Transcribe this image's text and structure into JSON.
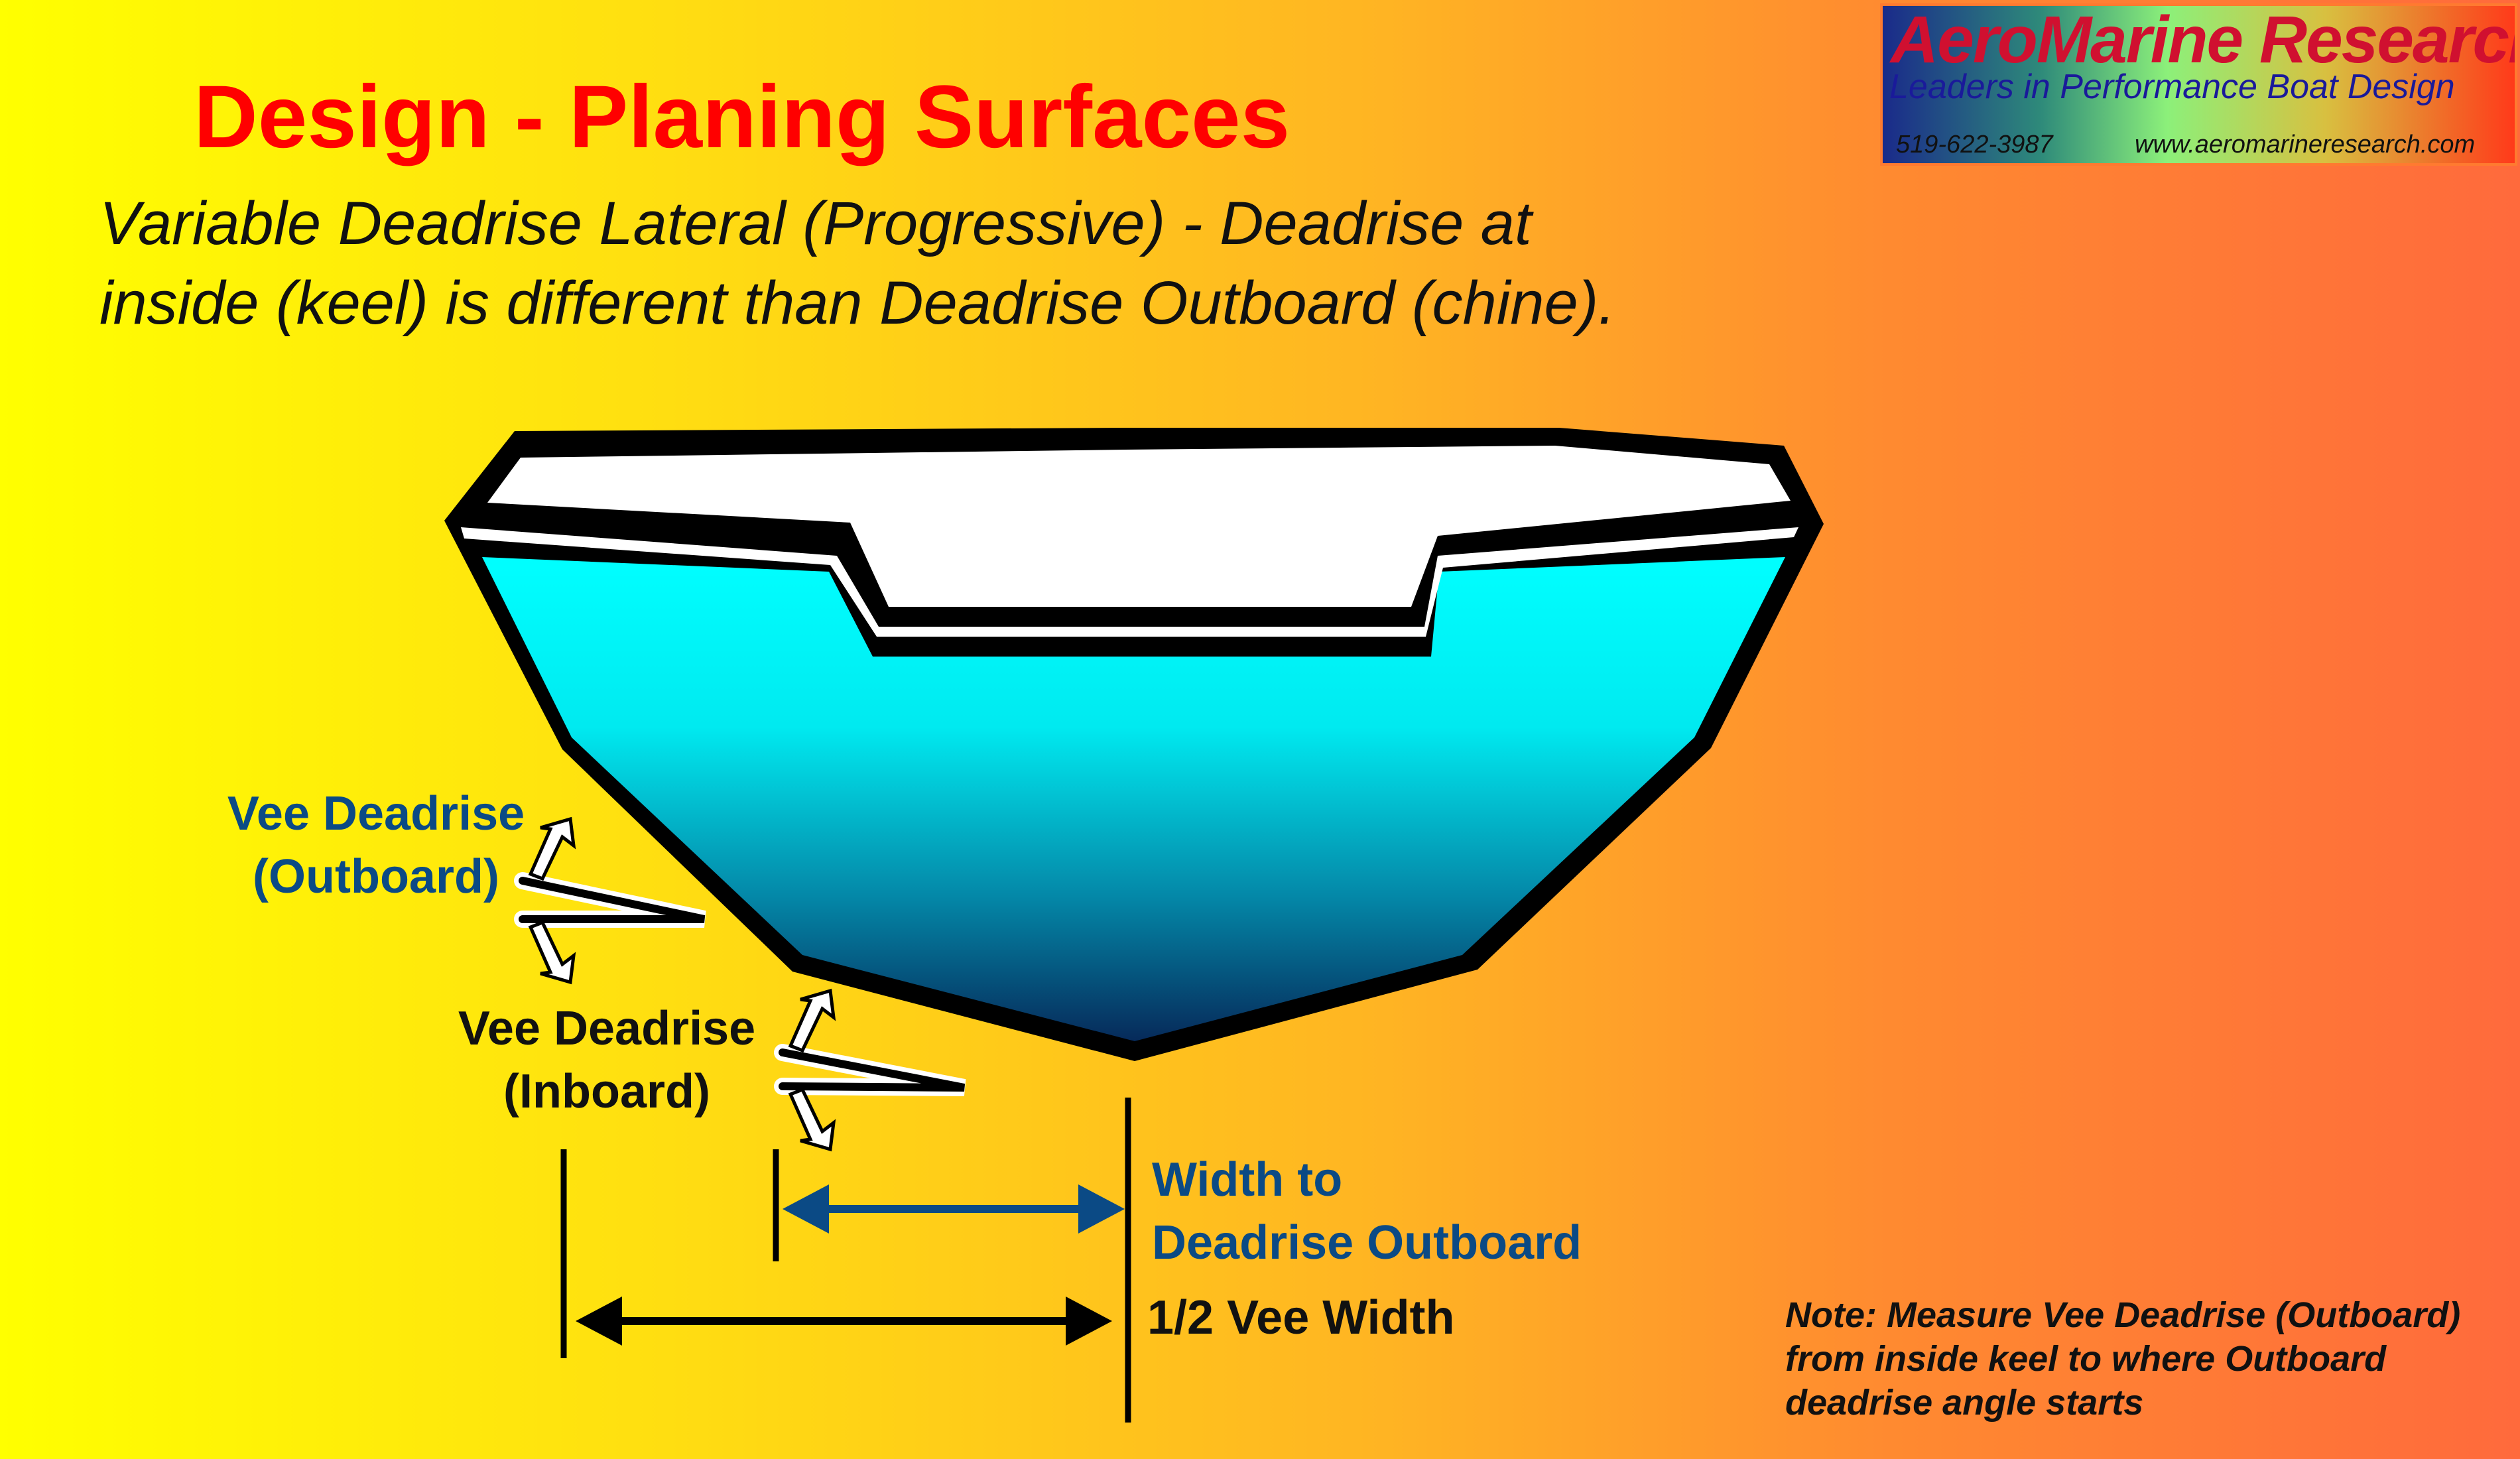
{
  "title": "Design - Planing Surfaces",
  "subtitle": {
    "line1": "Variable Deadrise Lateral (Progressive) - Deadrise at",
    "line2": "inside (keel) is different than Deadrise Outboard (chine)."
  },
  "logo": {
    "name": "AeroMarine Research",
    "tagline": "Leaders in Performance Boat Design",
    "phone": "519-622-3987",
    "website": "www.aeromarineresearch.com"
  },
  "labels": {
    "outboard_line1": "Vee Deadrise",
    "outboard_line2": "(Outboard)",
    "inboard_line1": "Vee Deadrise",
    "inboard_line2": "(Inboard)",
    "width_line1": "Width to",
    "width_line2": "Deadrise Outboard",
    "half_width": "1/2 Vee Width"
  },
  "note": {
    "line1": "Note: Measure Vee Deadrise (Outboard)",
    "line2": "from inside keel to where Outboard",
    "line3": "deadrise angle starts"
  },
  "colors": {
    "title": "#ff0000",
    "label_blue": "#0b4a85",
    "hull_top": "#00ffff",
    "hull_bottom": "#062a5a"
  }
}
